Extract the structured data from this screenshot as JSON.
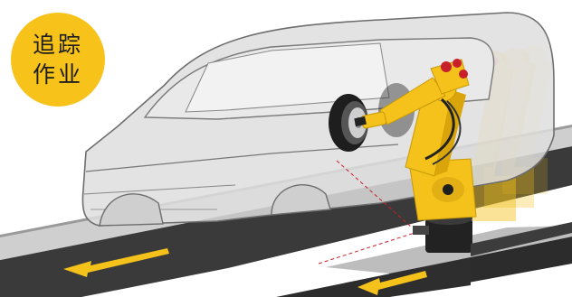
{
  "badge": {
    "line1": "追踪",
    "line2": "作业",
    "color": "#f7c21a"
  },
  "icons": [
    "car-body-outline",
    "wheel-icon",
    "industrial-robot-arm",
    "conveyor-direction-arrow",
    "laser-sensor-beam"
  ],
  "colors": {
    "robot": "#f4c21a",
    "robot_shadow": "#d9a50b",
    "robot_joint": "#1f1f1f",
    "cable": "#c8202a",
    "car_fill": "#dcdcdc",
    "car_outline": "#666666",
    "conveyor_top": "#3c3c3c",
    "conveyor_side": "#262626",
    "arrow": "#f4c21a",
    "laser": "#c8202a"
  }
}
